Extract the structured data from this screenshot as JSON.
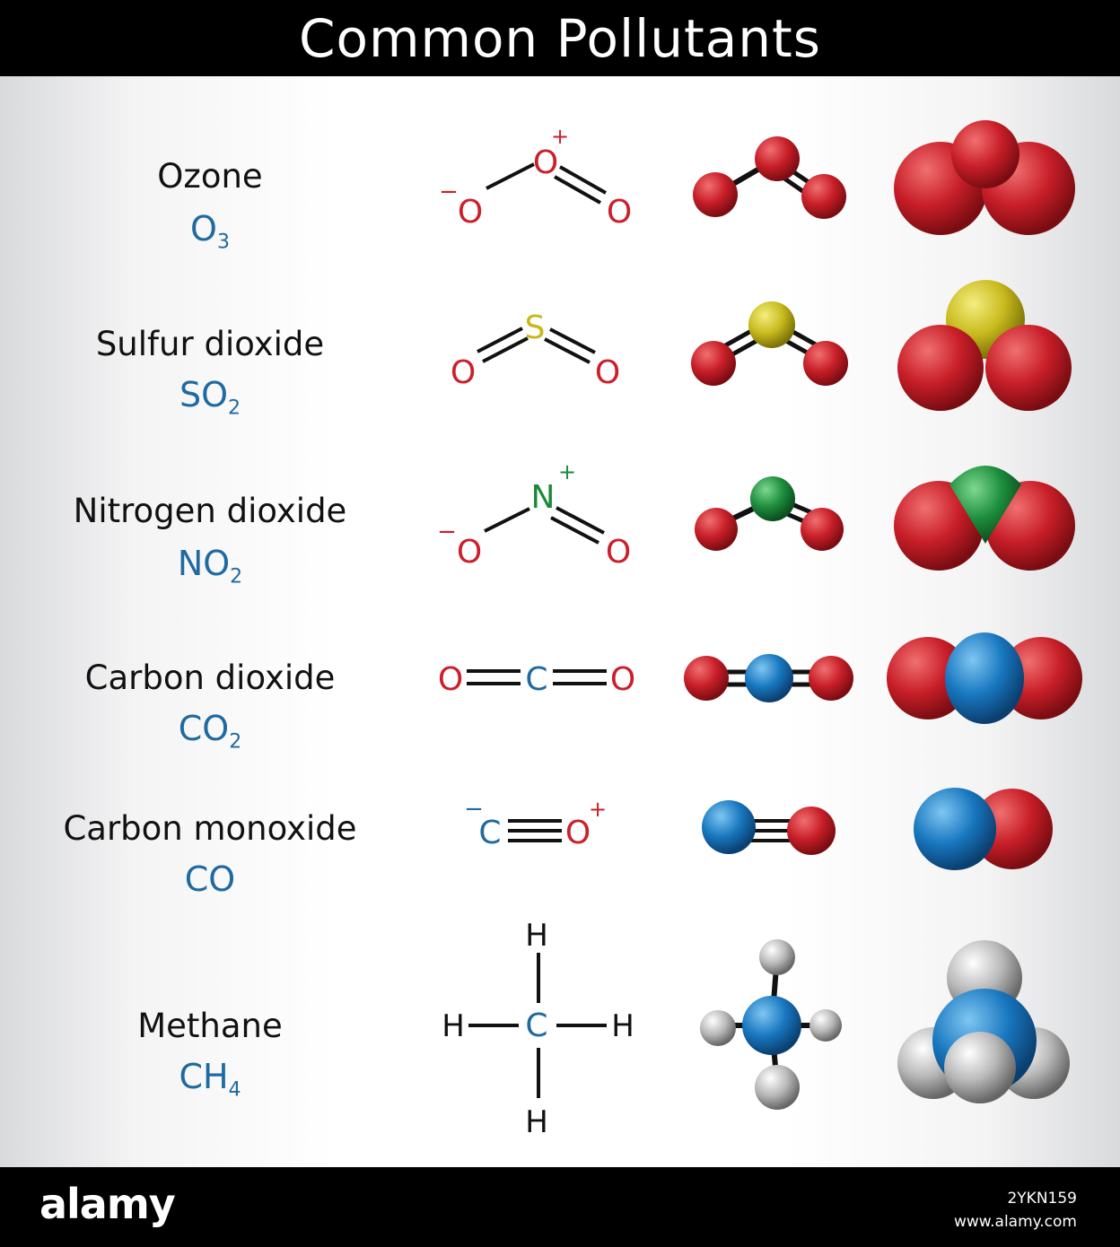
{
  "title": "Common Pollutants",
  "footer": {
    "logo": "alamy",
    "image_id": "2YKN159",
    "url": "www.alamy.com"
  },
  "colors": {
    "oxygen": "#cc1f2b",
    "sulfur": "#c8b81c",
    "nitrogen": "#1a8a3a",
    "carbon": "#1f6aa0",
    "hydrogen": "#888888",
    "formula": "#1f6aa0"
  },
  "molecules": [
    {
      "name": "Ozone",
      "formula_main": "O",
      "formula_sub": "3"
    },
    {
      "name": "Sulfur dioxide",
      "formula_main": "SO",
      "formula_sub": "2"
    },
    {
      "name": "Nitrogen  dioxide",
      "formula_main": "NO",
      "formula_sub": "2"
    },
    {
      "name": "Carbon dioxide",
      "formula_main": "CO",
      "formula_sub": "2"
    },
    {
      "name": "Carbon monoxide",
      "formula_main": "CO",
      "formula_sub": ""
    },
    {
      "name": "Methane",
      "formula_main": "CH",
      "formula_sub": "4"
    }
  ],
  "atoms": {
    "O": "O",
    "S": "S",
    "N": "N",
    "C": "C",
    "H": "H",
    "plus": "+",
    "minus": "−"
  }
}
